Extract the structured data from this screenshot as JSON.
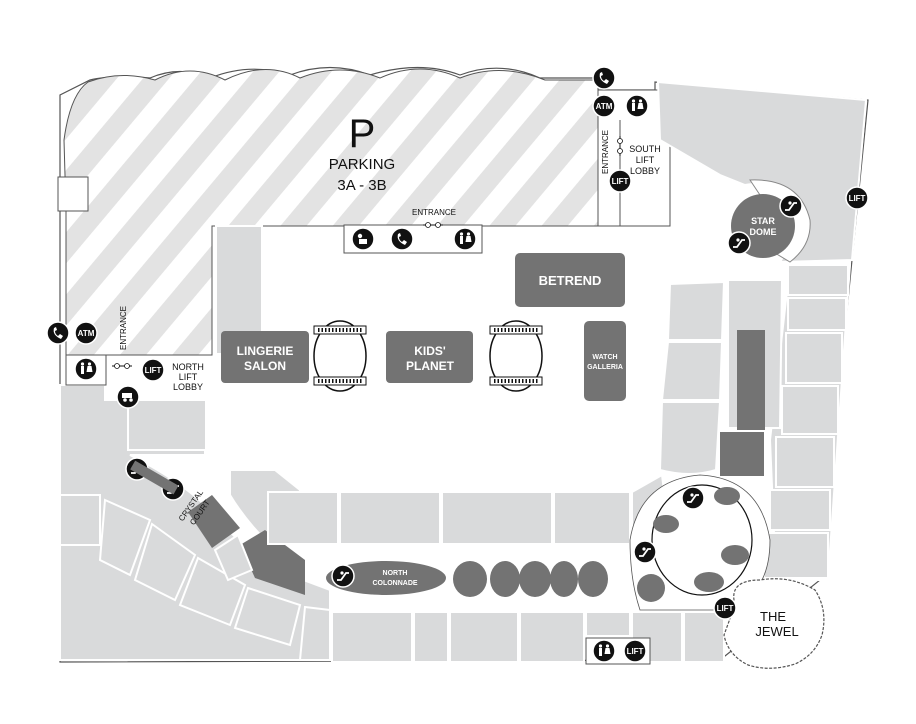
{
  "parking": {
    "symbol": "P",
    "label": "PARKING",
    "levels": "3A - 3B"
  },
  "entrance_top": "ENTRANCE",
  "entrance_right": "ENTRANCE",
  "entrance_left": "ENTRANCE",
  "south_lift_lobby": [
    "SOUTH",
    "LIFT",
    "LOBBY"
  ],
  "north_lift_lobby": [
    "NORTH",
    "LIFT",
    "LOBBY"
  ],
  "stores": {
    "betrend": "BETREND",
    "lingerie_salon": [
      "LINGERIE",
      "SALON"
    ],
    "kids_planet": [
      "KIDS'",
      "PLANET"
    ],
    "watch_galleria": [
      "WATCH",
      "GALLERIA"
    ],
    "star_dome": [
      "STAR",
      "DOME"
    ],
    "north_colonnade": [
      "NORTH",
      "COLONNADE"
    ],
    "crystal_court": [
      "CRYSTAL",
      "COURT"
    ],
    "the_jewel": [
      "THE",
      "JEWEL"
    ]
  },
  "icons": {
    "lift": "LIFT",
    "atm": "ATM"
  },
  "colors": {
    "floor": "#ffffff",
    "shop": "#d9dadb",
    "feature": "#737373",
    "icon": "#111111",
    "parking_stripe": "#e2e2e2"
  }
}
